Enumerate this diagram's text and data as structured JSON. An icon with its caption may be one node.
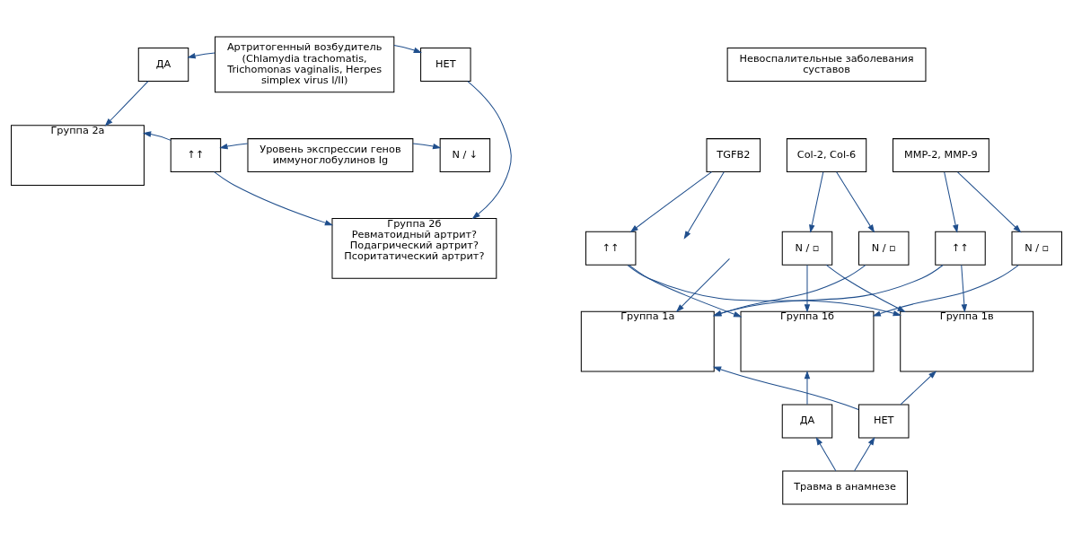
{
  "diagram": {
    "nodes": [
      {
        "text": [
          "Артритогенный возбудитель (Chlamydia trachomatis, Trichomonas vaginalis, Herpes simplex virus I/II)"
        ]
      },
      {
        "text": [
          "ДА"
        ]
      },
      {
        "text": [
          "НЕТ"
        ]
      },
      {
        "text": [
          "Группа 2а"
        ]
      },
      {
        "text": [
          "Уровень экспрессии генов иммуноглобулинов Ig"
        ]
      },
      {
        "text": [
          "↑↑"
        ]
      },
      {
        "text": [
          "N / ↓"
        ]
      },
      {
        "text": [
          "Группа 2б",
          "Ревматоидный артрит?",
          "Подагрический артрит?",
          "Псоритатический артрит?"
        ]
      },
      {
        "text": [
          "Невоспалительные заболевания суставов"
        ]
      },
      {
        "text": [
          "TGFB2"
        ]
      },
      {
        "text": [
          "Col-2, Col-6"
        ]
      },
      {
        "text": [
          "MMP-2, MMP-9"
        ]
      },
      {
        "text": [
          "↑↑"
        ]
      },
      {
        "text": [
          "N / ▫"
        ]
      },
      {
        "text": [
          "N / ▫"
        ]
      },
      {
        "text": [
          "↑↑"
        ]
      },
      {
        "text": [
          "N / ▫"
        ]
      },
      {
        "text": [
          "Группа 1а"
        ]
      },
      {
        "text": [
          "Группа 1б"
        ]
      },
      {
        "text": [
          "Группа 1в"
        ]
      },
      {
        "text": [
          "ДА"
        ]
      },
      {
        "text": [
          "НЕТ"
        ]
      },
      {
        "text": [
          "Травма в анамнезе"
        ]
      }
    ],
    "edges": [
      {
        "from": 0,
        "to": 1,
        "arrow": "to"
      },
      {
        "from": 0,
        "to": 2,
        "arrow": "to"
      },
      {
        "from": 1,
        "to": 3,
        "arrow": "to"
      },
      {
        "from": 2,
        "to": 7,
        "arrow": "to"
      },
      {
        "from": 4,
        "to": 5,
        "arrow": "to"
      },
      {
        "from": 4,
        "to": 6,
        "arrow": "to"
      },
      {
        "from": 5,
        "to": 3,
        "arrow": "to"
      },
      {
        "from": 5,
        "to": 7,
        "arrow": "to"
      },
      {
        "from": 9,
        "to": 12,
        "arrow": "to"
      },
      {
        "from": 9,
        "to": null,
        "arrow": "to"
      },
      {
        "from": 10,
        "to": 13,
        "arrow": "to"
      },
      {
        "from": 10,
        "to": 14,
        "arrow": "to"
      },
      {
        "from": 11,
        "to": 15,
        "arrow": "to"
      },
      {
        "from": 11,
        "to": 16,
        "arrow": "to"
      },
      {
        "from": null,
        "to": 17,
        "arrow": "to"
      },
      {
        "from": 12,
        "to": 18,
        "arrow": "to"
      },
      {
        "from": 12,
        "to": 19,
        "arrow": "to"
      },
      {
        "from": 13,
        "to": 18,
        "arrow": "to"
      },
      {
        "from": 13,
        "to": 19,
        "arrow": "to"
      },
      {
        "from": 14,
        "to": 17,
        "arrow": "to"
      },
      {
        "from": 15,
        "to": 17,
        "arrow": "to"
      },
      {
        "from": 15,
        "to": 19,
        "arrow": "to"
      },
      {
        "from": 16,
        "to": 18,
        "arrow": "to"
      },
      {
        "from": 22,
        "to": 20,
        "arrow": "to"
      },
      {
        "from": 22,
        "to": 21,
        "arrow": "to"
      },
      {
        "from": 20,
        "to": 18,
        "arrow": "to"
      },
      {
        "from": 21,
        "to": 19,
        "arrow": "to"
      },
      {
        "from": 21,
        "to": 17,
        "arrow": "to"
      }
    ]
  }
}
